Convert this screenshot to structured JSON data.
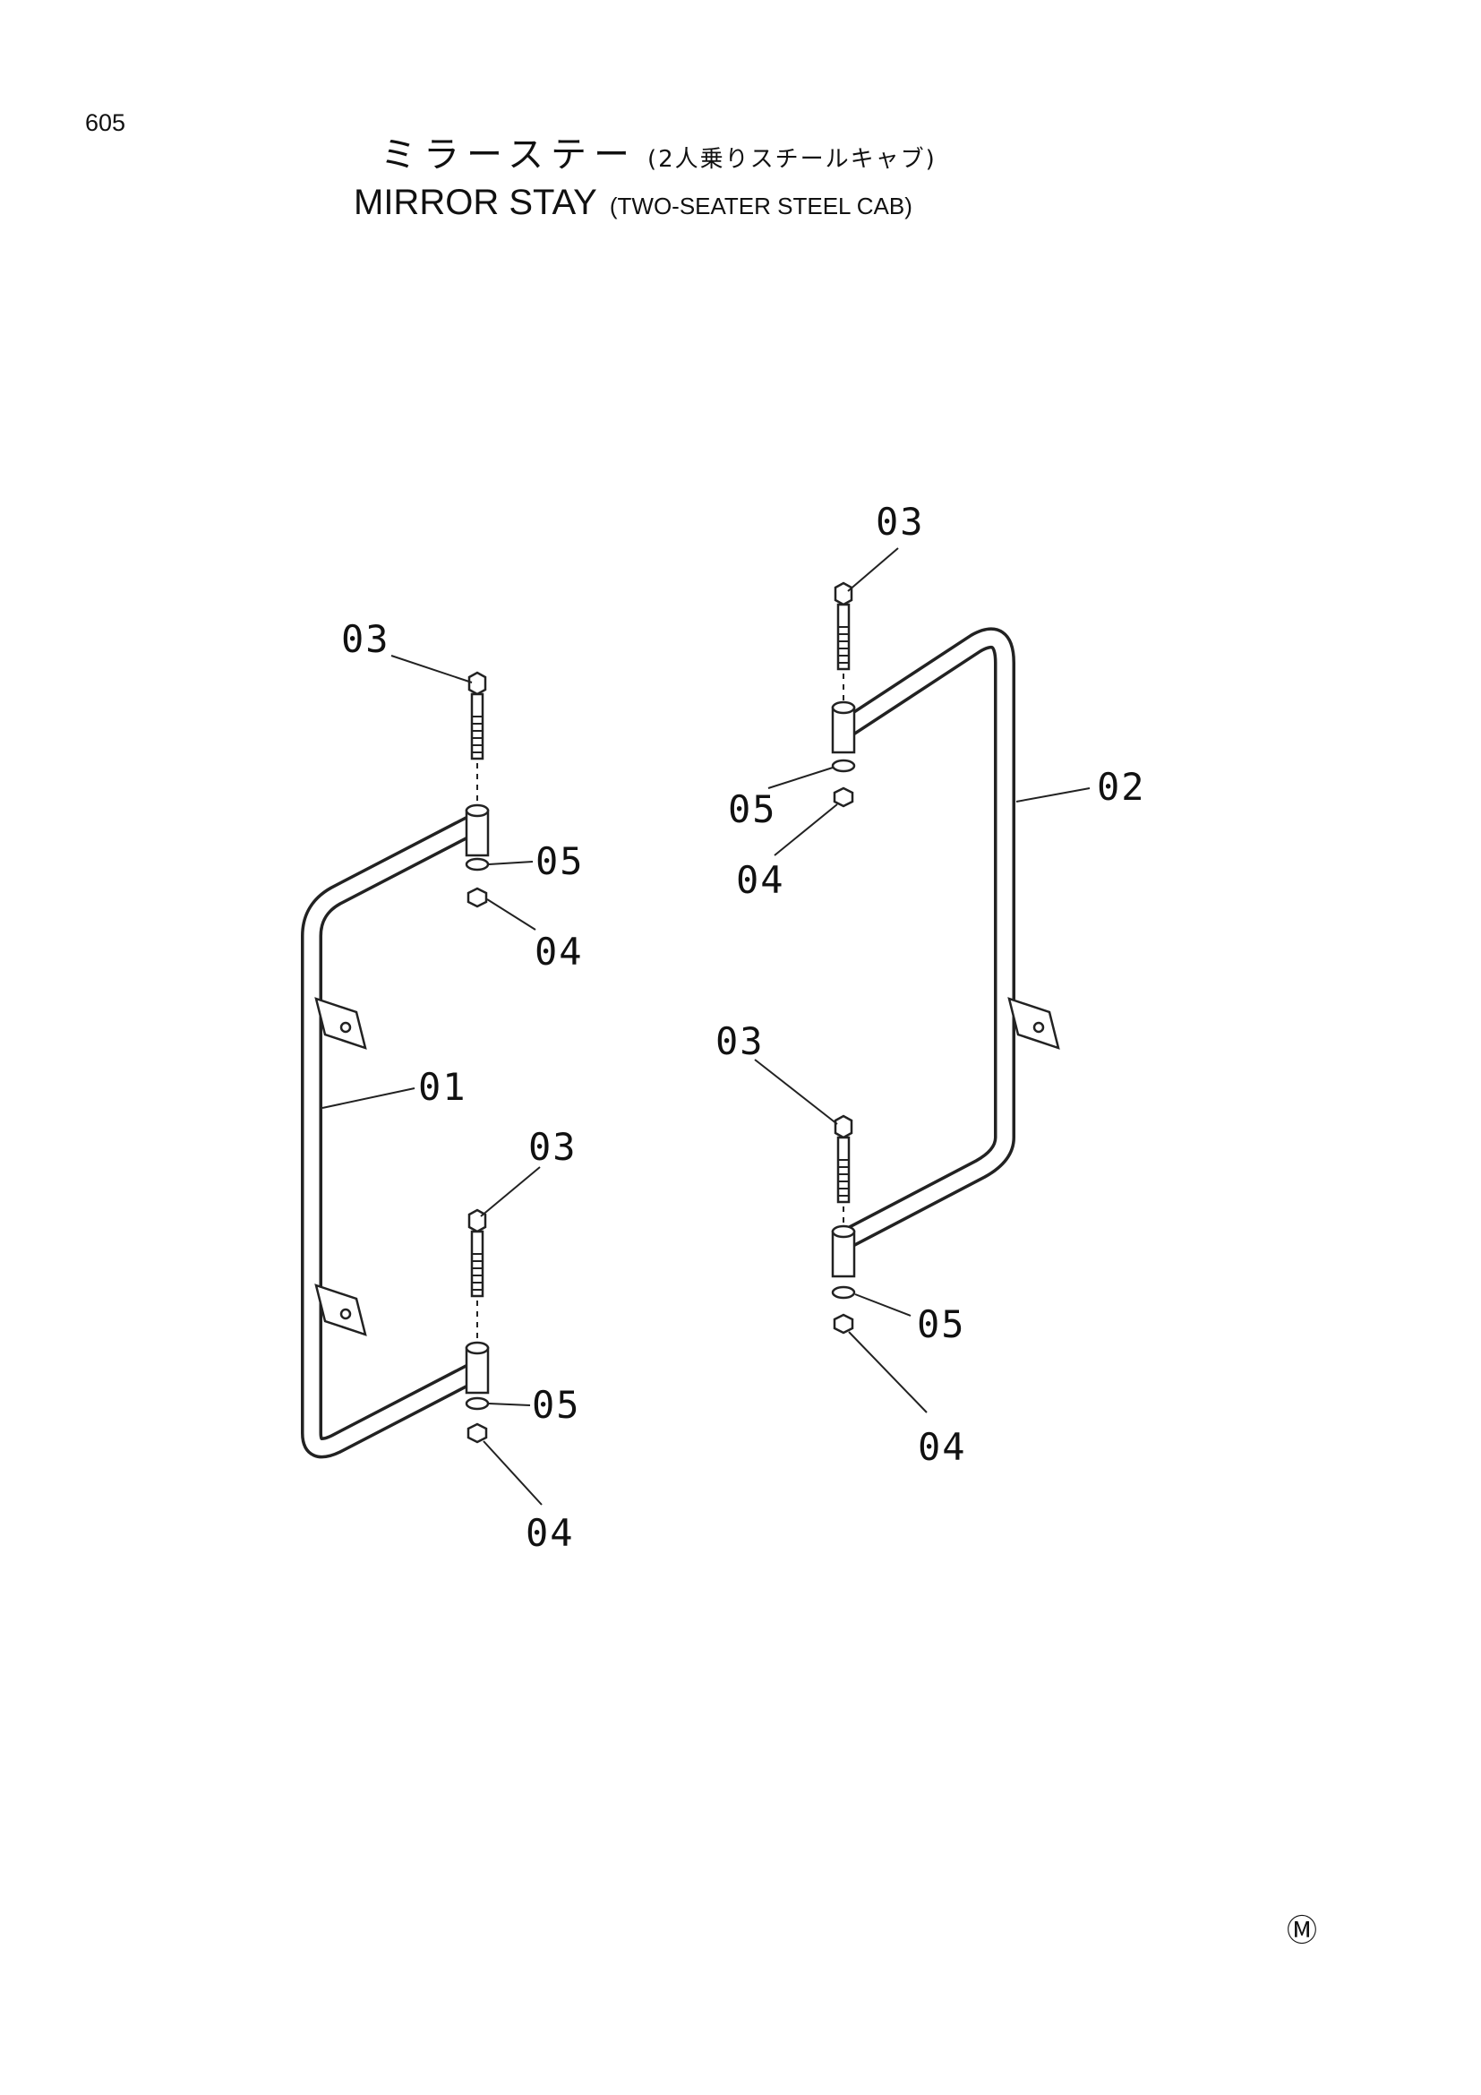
{
  "page": {
    "number": "605",
    "title_jp": "ミラーステー",
    "subtitle_jp": "(2人乗りスチールキャブ)",
    "title_en": "MIRROR STAY",
    "subtitle_en": "(TWO-SEATER STEEL CAB)",
    "mark": "Ⓜ"
  },
  "callouts": {
    "c01": "01",
    "c02": "02",
    "c03a": "03",
    "c03b": "03",
    "c03c": "03",
    "c03d": "03",
    "c04a": "04",
    "c04b": "04",
    "c04c": "04",
    "c04d": "04",
    "c05a": "05",
    "c05b": "05",
    "c05c": "05",
    "c05d": "05"
  },
  "colors": {
    "line": "#222222",
    "background": "#ffffff"
  }
}
